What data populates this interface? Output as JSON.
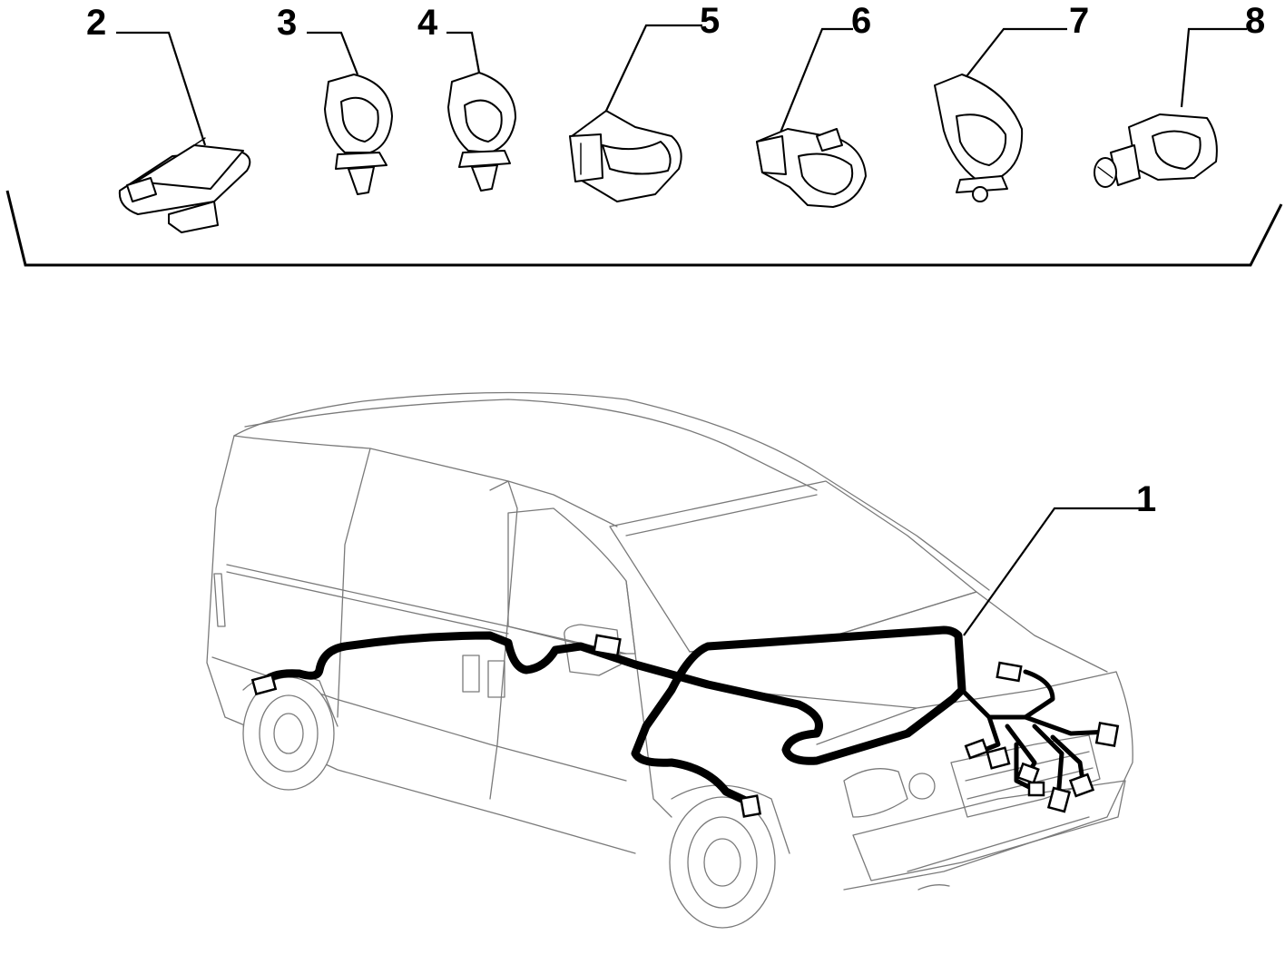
{
  "callouts": {
    "c1": "1",
    "c2": "2",
    "c3": "3",
    "c4": "4",
    "c5": "5",
    "c6": "6",
    "c7": "7",
    "c8": "8"
  },
  "parts": [
    {
      "number": "2",
      "icon": "flat-clip"
    },
    {
      "number": "3",
      "icon": "push-pin-cable-clip"
    },
    {
      "number": "4",
      "icon": "push-pin-cable-clip"
    },
    {
      "number": "5",
      "icon": "edge-cable-clip"
    },
    {
      "number": "6",
      "icon": "double-cable-clip"
    },
    {
      "number": "7",
      "icon": "push-pin-cable-clip"
    },
    {
      "number": "8",
      "icon": "screw-cable-clip"
    }
  ],
  "main_item": {
    "number": "1",
    "icon": "wiring-harness-on-van"
  }
}
